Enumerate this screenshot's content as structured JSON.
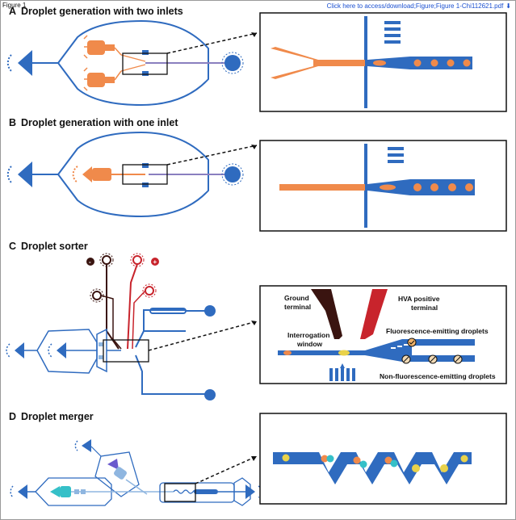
{
  "header": {
    "figure_tab": "Figure 1",
    "download_link": "Click here to access/download;Figure;Figure 1-Chi112621.pdf"
  },
  "panels": [
    {
      "letter": "A",
      "title": "Droplet generation with two inlets"
    },
    {
      "letter": "B",
      "title": "Droplet generation with one inlet"
    },
    {
      "letter": "C",
      "title": "Droplet sorter"
    },
    {
      "letter": "D",
      "title": "Droplet merger"
    }
  ],
  "sorter_labels": {
    "ground": [
      "Ground",
      "terminal"
    ],
    "hva": [
      "HVA positive",
      "terminal"
    ],
    "interrogation": [
      "Interrogation",
      "window"
    ],
    "fluorescent": "Fluorescence-emitting droplets",
    "non_fluorescent": "Non-fluorescence-emitting droplets"
  },
  "colors": {
    "channel_blue": "#2f6bbf",
    "droplet_orange": "#f08a4b",
    "dark_electrode": "#3a1410",
    "red_electrode": "#c8242c",
    "pale_channel": "#8fb6e0",
    "teal": "#35c0c8"
  }
}
